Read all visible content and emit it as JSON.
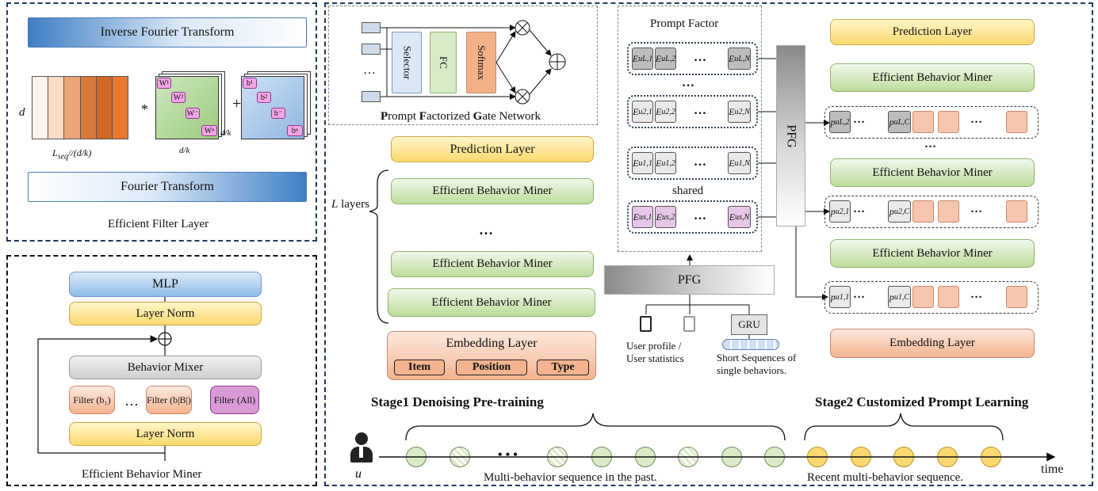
{
  "filter_panel": {
    "inverse_fft": "Inverse Fourier Transform",
    "fft": "Fourier Transform",
    "title": "Efficient Filter Layer",
    "d": "d",
    "lseq": "L_seq //(d/k)",
    "dk": "d/k",
    "star": "*",
    "plus": "+",
    "w_labels": [
      "W¹",
      "W²",
      "W⁻",
      "Wⁿ"
    ],
    "b_labels": [
      "b¹",
      "b²",
      "b⁻",
      "bⁿ"
    ]
  },
  "miner_panel": {
    "mlp": "MLP",
    "layer_norm_top": "Layer Norm",
    "behavior_mixer": "Behavior Mixer",
    "filters": [
      "Filter (b₁)",
      "Filter (b|B|)",
      "Filter (All)"
    ],
    "dots": "…",
    "layer_norm_bottom": "Layer Norm",
    "title": "Efficient Behavior Miner"
  },
  "gate_network": {
    "selector": "Selector",
    "fc": "FC",
    "softmax": "Softmax",
    "title_parts": [
      "P",
      "rompt ",
      "F",
      "actorized ",
      "G",
      "ate Network"
    ],
    "dots": "…"
  },
  "stage1": {
    "prediction_layer": "Prediction Layer",
    "layers_label": "L layers",
    "miners": [
      "Efficient Behavior Miner",
      "Efficient Behavior Miner",
      "Efficient Behavior Miner"
    ],
    "dots": "…",
    "embedding_layer": "Embedding Layer",
    "embedding_items": [
      "Item",
      "Position",
      "Type"
    ]
  },
  "prompt_factor": {
    "title": "Prompt Factor",
    "rows": [
      [
        "E^u_{L,1}",
        "E^u_{L,2}",
        "E^u_{L,N}"
      ],
      [
        "E^u_{2,1}",
        "E^u_{2,2}",
        "E^u_{2,N}"
      ],
      [
        "E^u_{1,1}",
        "E^u_{1,2}",
        "E^u_{1,N}"
      ],
      [
        "E^u_{s,1}",
        "E^u_{s,2}",
        "E^u_{s,N}"
      ]
    ],
    "shared": "shared",
    "pfg_bottom": "PFG",
    "pfg_side": "PFG",
    "dots": "…"
  },
  "inputs": {
    "user_profile": "User profile / User statistics",
    "gru": "GRU",
    "short_seq": "Short Sequences of single behaviors."
  },
  "stage2": {
    "prediction_layer": "Prediction Layer",
    "miners": [
      "Efficient Behavior Miner",
      "Efficient Behavior Miner",
      "Efficient Behavior Miner"
    ],
    "embedding_layer": "Embedding Layer",
    "prompt_rows": [
      [
        "p^u_{L,2}",
        "p^u_{L,C}"
      ],
      [
        "p^u_{2,1}",
        "p^u_{2,C}"
      ],
      [
        "p^u_{1,1}",
        "p^u_{1,C}"
      ]
    ],
    "dots": "…"
  },
  "timeline": {
    "stage1_title": "Stage1 Denoising Pre-training",
    "stage2_title": "Stage2 Customized Prompt Learning",
    "past_label": "Multi-behavior sequence in the past.",
    "recent_label": "Recent multi-behavior sequence.",
    "time": "time",
    "user": "u",
    "dots": "• • •"
  }
}
